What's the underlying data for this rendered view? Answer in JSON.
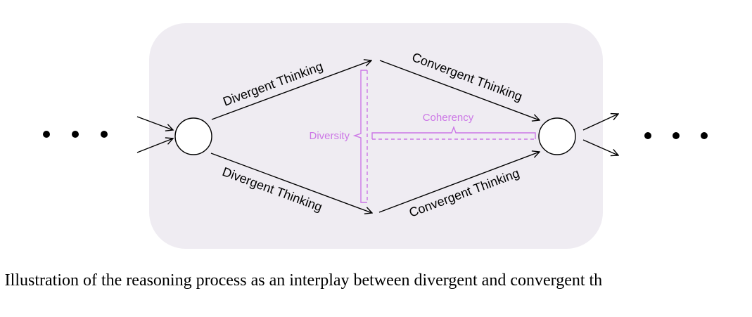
{
  "diagram": {
    "edges": {
      "divergent_top": "Divergent Thinking",
      "divergent_bottom": "Divergent Thinking",
      "convergent_top": "Convergent Thinking",
      "convergent_bottom": "Convergent Thinking"
    },
    "annotations": {
      "diversity": "Diversity",
      "coherency": "Coherency"
    },
    "colors": {
      "panel": "#efecf2",
      "annotation": "#cc77e6",
      "stroke": "#000000"
    }
  },
  "caption": ": Illustration of the reasoning process as an interplay between divergent and convergent th"
}
